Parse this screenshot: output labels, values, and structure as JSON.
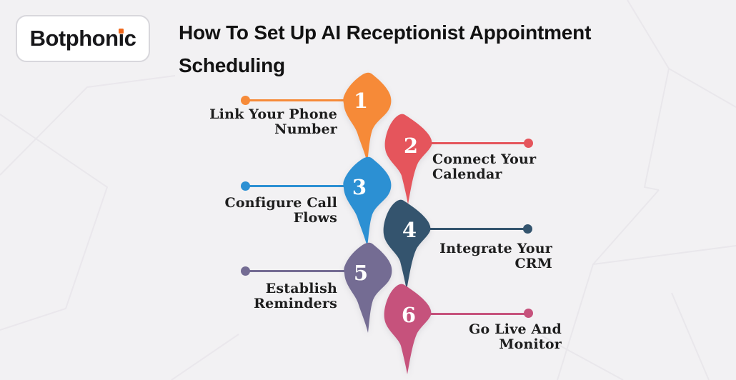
{
  "background": {
    "color": "#f2f1f3"
  },
  "logo": {
    "text": "Botphonic",
    "text_pre": "Botphon",
    "text_i": "ı",
    "text_post": "c",
    "dot_color": "#F0681C"
  },
  "title": {
    "line1": "How To Set Up AI Receptionist Appointment",
    "line2": "Scheduling"
  },
  "steps": [
    {
      "number": "1",
      "label": [
        "Link Your Phone",
        "Number"
      ],
      "color": "#F68A38",
      "side": "left"
    },
    {
      "number": "2",
      "label": [
        "Connect Your",
        "Calendar"
      ],
      "color": "#E5555C",
      "side": "right"
    },
    {
      "number": "3",
      "label": [
        "Configure Call",
        "Flows"
      ],
      "color": "#2C90D3",
      "side": "left"
    },
    {
      "number": "4",
      "label": [
        "Integrate Your",
        "CRM"
      ],
      "color": "#34546E",
      "side": "right"
    },
    {
      "number": "5",
      "label": [
        "Establish",
        "Reminders"
      ],
      "color": "#746C93",
      "side": "left"
    },
    {
      "number": "6",
      "label": [
        "Go Live And",
        "Monitor"
      ],
      "color": "#C6527C",
      "side": "right"
    }
  ],
  "label_text_color": "#1e1e1e"
}
